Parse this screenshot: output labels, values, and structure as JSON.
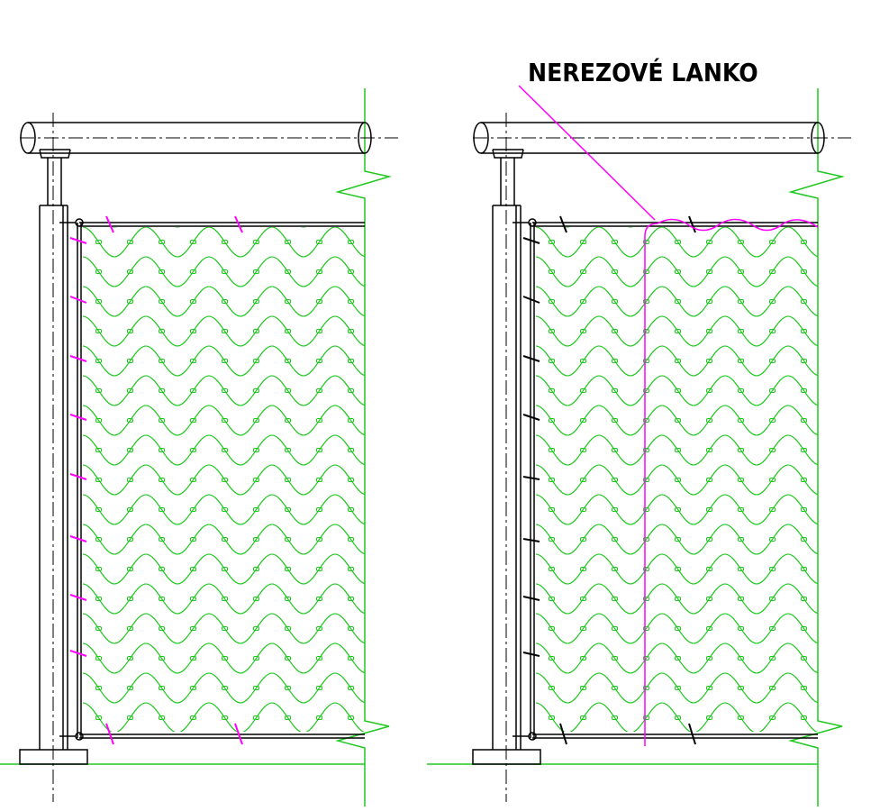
{
  "annotation": {
    "label": "NEREZOVÉ LANKO"
  },
  "colors": {
    "structure": "#000000",
    "mesh": "#21c821",
    "cable": "#ff00ff",
    "boundary": "#21c821"
  },
  "drawings": [
    {
      "name": "left-railing-detail",
      "highlight_cable": false
    },
    {
      "name": "right-railing-detail",
      "highlight_cable": true
    }
  ]
}
